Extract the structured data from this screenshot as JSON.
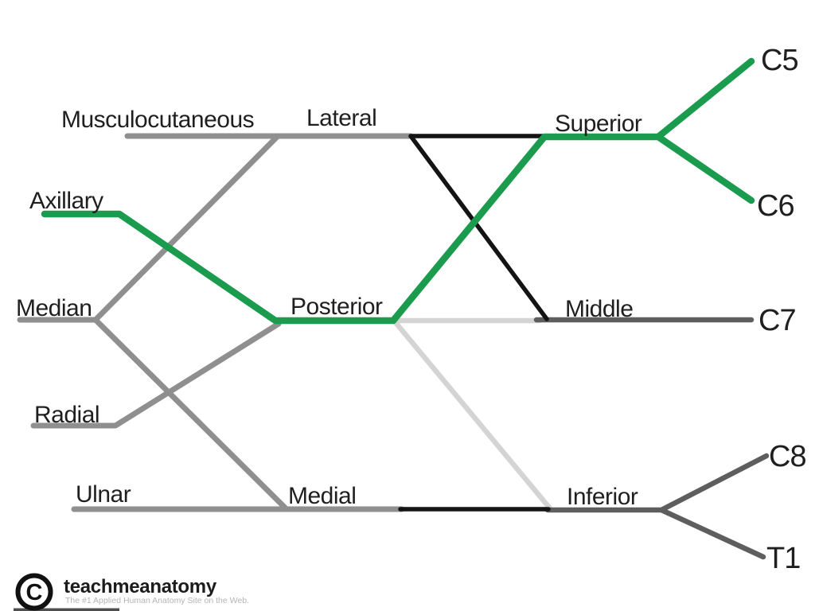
{
  "diagram": {
    "labels": {
      "branches": {
        "musculocutaneous": "Musculocutaneous",
        "axillary": "Axillary",
        "median": "Median",
        "radial": "Radial",
        "ulnar": "Ulnar"
      },
      "cords": {
        "lateral": "Lateral",
        "posterior": "Posterior",
        "medial": "Medial"
      },
      "trunks": {
        "superior": "Superior",
        "middle": "Middle",
        "inferior": "Inferior"
      },
      "roots": {
        "c5": "C5",
        "c6": "C6",
        "c7": "C7",
        "c8": "C8",
        "t1": "T1"
      }
    },
    "highlighted_structures": [
      "Axillary",
      "Posterior",
      "Superior",
      "C5",
      "C6"
    ],
    "edges": [
      "C5 - Superior trunk",
      "C6 - Superior trunk",
      "C7 - Middle trunk",
      "C8 - Inferior trunk",
      "T1 - Inferior trunk",
      "Superior trunk - Lateral cord (anterior division)",
      "Middle trunk - Lateral cord (anterior division)",
      "Superior trunk - Posterior cord (posterior division)",
      "Middle trunk - Posterior cord (posterior division)",
      "Inferior trunk - Posterior cord (posterior division)",
      "Inferior trunk - Medial cord (anterior division)",
      "Lateral cord - Musculocutaneous",
      "Lateral cord - Median",
      "Medial cord - Median",
      "Medial cord - Ulnar",
      "Posterior cord - Axillary",
      "Posterior cord - Radial"
    ],
    "colors": {
      "highlight_green": "#1a9b4d",
      "nerve_gray": "#8f8f8f",
      "trunk_gray": "#5e5e5e",
      "posterior_division_light_gray": "#d4d4d4",
      "anterior_division_black": "#141414",
      "label_text": "#1f1f1f",
      "background": "#ffffff"
    }
  },
  "footer": {
    "logo_letter": "C",
    "brand": "teachmeanatomy",
    "tagline": "The #1 Applied Human Anatomy Site on the Web."
  }
}
